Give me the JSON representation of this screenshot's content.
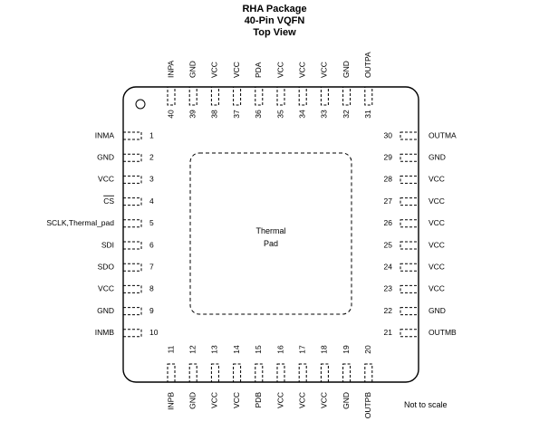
{
  "title": {
    "package": "RHA Package",
    "pins": "40-Pin VQFN",
    "view": "Top View"
  },
  "pad_label": {
    "line1": "Thermal",
    "line2": "Pad"
  },
  "note": "Not to scale",
  "pins": {
    "left": [
      {
        "num": "1",
        "name": "INMA"
      },
      {
        "num": "2",
        "name": "GND"
      },
      {
        "num": "3",
        "name": "VCC"
      },
      {
        "num": "4",
        "name": "CS",
        "overline": true
      },
      {
        "num": "5",
        "name": "SCLK,Thermal_pad"
      },
      {
        "num": "6",
        "name": "SDI"
      },
      {
        "num": "7",
        "name": "SDO"
      },
      {
        "num": "8",
        "name": "VCC"
      },
      {
        "num": "9",
        "name": "GND"
      },
      {
        "num": "10",
        "name": "INMB"
      }
    ],
    "bottom": [
      {
        "num": "11",
        "name": "INPB"
      },
      {
        "num": "12",
        "name": "GND"
      },
      {
        "num": "13",
        "name": "VCC"
      },
      {
        "num": "14",
        "name": "VCC"
      },
      {
        "num": "15",
        "name": "PDB"
      },
      {
        "num": "16",
        "name": "VCC"
      },
      {
        "num": "17",
        "name": "VCC"
      },
      {
        "num": "18",
        "name": "VCC"
      },
      {
        "num": "19",
        "name": "GND"
      },
      {
        "num": "20",
        "name": "OUTPB"
      }
    ],
    "right": [
      {
        "num": "21",
        "name": "OUTMB"
      },
      {
        "num": "22",
        "name": "GND"
      },
      {
        "num": "23",
        "name": "VCC"
      },
      {
        "num": "24",
        "name": "VCC"
      },
      {
        "num": "25",
        "name": "VCC"
      },
      {
        "num": "26",
        "name": "VCC"
      },
      {
        "num": "27",
        "name": "VCC"
      },
      {
        "num": "28",
        "name": "VCC"
      },
      {
        "num": "29",
        "name": "GND"
      },
      {
        "num": "30",
        "name": "OUTMA"
      }
    ],
    "top": [
      {
        "num": "31",
        "name": "OUTPA"
      },
      {
        "num": "32",
        "name": "GND"
      },
      {
        "num": "33",
        "name": "VCC"
      },
      {
        "num": "34",
        "name": "VCC"
      },
      {
        "num": "35",
        "name": "VCC"
      },
      {
        "num": "36",
        "name": "PDA"
      },
      {
        "num": "37",
        "name": "VCC"
      },
      {
        "num": "38",
        "name": "VCC"
      },
      {
        "num": "39",
        "name": "GND"
      },
      {
        "num": "40",
        "name": "INPA"
      }
    ]
  }
}
